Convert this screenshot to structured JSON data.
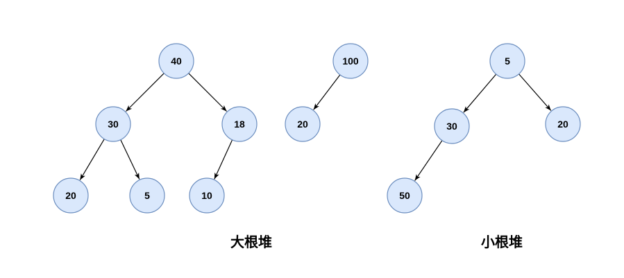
{
  "diagrams": [
    {
      "caption": "大根堆",
      "nodes": [
        {
          "id": "max-root",
          "label": "40"
        },
        {
          "id": "max-l",
          "label": "30"
        },
        {
          "id": "max-r",
          "label": "18"
        },
        {
          "id": "max-ll",
          "label": "20"
        },
        {
          "id": "max-lr",
          "label": "5"
        },
        {
          "id": "max-rl",
          "label": "10"
        },
        {
          "id": "max2-root",
          "label": "100"
        },
        {
          "id": "max2-l",
          "label": "20"
        }
      ],
      "edges": [
        {
          "from": "max-root",
          "to": "max-l"
        },
        {
          "from": "max-root",
          "to": "max-r"
        },
        {
          "from": "max-l",
          "to": "max-ll"
        },
        {
          "from": "max-l",
          "to": "max-lr"
        },
        {
          "from": "max-r",
          "to": "max-rl"
        },
        {
          "from": "max2-root",
          "to": "max2-l"
        }
      ]
    },
    {
      "caption": "小根堆",
      "nodes": [
        {
          "id": "min-root",
          "label": "5"
        },
        {
          "id": "min-l",
          "label": "30"
        },
        {
          "id": "min-r",
          "label": "20"
        },
        {
          "id": "min-ll",
          "label": "50"
        }
      ],
      "edges": [
        {
          "from": "min-root",
          "to": "min-l"
        },
        {
          "from": "min-root",
          "to": "min-r"
        },
        {
          "from": "min-l",
          "to": "min-ll"
        }
      ]
    }
  ],
  "colors": {
    "node_fill": "#dae8fc",
    "node_stroke": "#6c8ebf",
    "edge": "#000000"
  }
}
